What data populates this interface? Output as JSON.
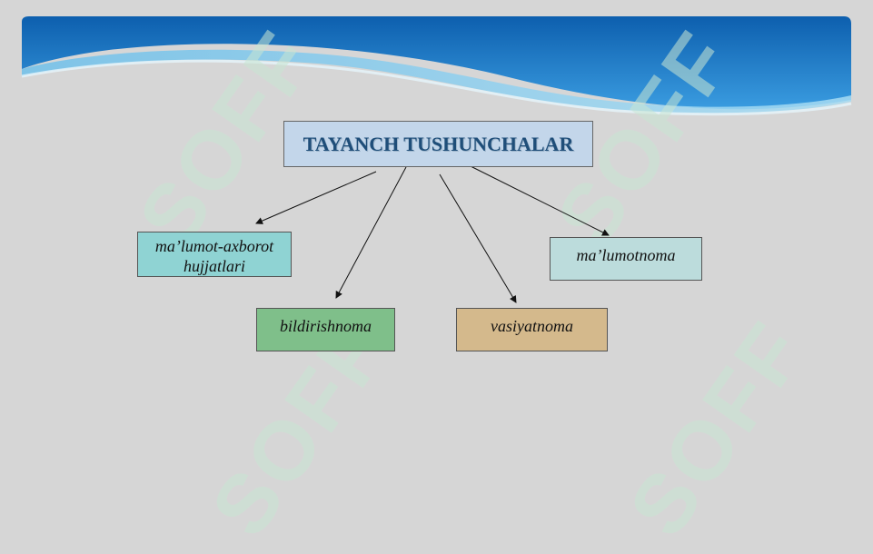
{
  "title": "TAYANCH TUSHUNCHALAR",
  "watermark_text": "SOFF",
  "nodes": {
    "malumot_axborot": "ma’lumot-axborot hujjatlari",
    "malumotnoma": "ma’lumotnoma",
    "bildirishnoma": "bildirishnoma",
    "vasiyatnoma": "vasiyatnoma"
  },
  "colors": {
    "background": "#d6d6d6",
    "header_blue": "#1f7cc6",
    "title_fill": "#c3d6ea",
    "title_text": "#1f4e79",
    "malumot_fill": "#8fd3d3",
    "malumotnoma_fill": "#bcdcdc",
    "bildirishnoma_fill": "#7fbf8a",
    "vasiyatnoma_fill": "#d4b98c"
  }
}
